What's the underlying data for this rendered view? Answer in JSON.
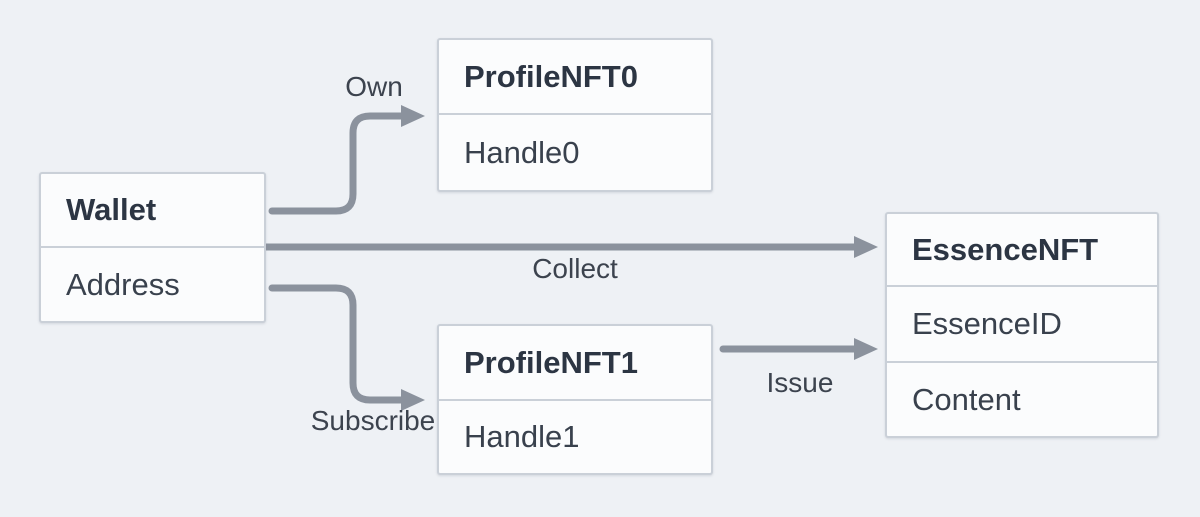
{
  "diagram": {
    "colors": {
      "background": "#eef1f5",
      "box_fill": "#fbfcfd",
      "box_border": "#cad0d8",
      "header_text": "#2c3543",
      "row_text": "#39414d",
      "label_text": "#3c434e",
      "arrow": "#8b929d"
    },
    "entities": [
      {
        "id": "wallet",
        "title": "Wallet",
        "rows": [
          "Address"
        ]
      },
      {
        "id": "profile-nft-0",
        "title": "ProfileNFT0",
        "rows": [
          "Handle0"
        ]
      },
      {
        "id": "profile-nft-1",
        "title": "ProfileNFT1",
        "rows": [
          "Handle1"
        ]
      },
      {
        "id": "essence-nft",
        "title": "EssenceNFT",
        "rows": [
          "EssenceID",
          "Content"
        ]
      }
    ],
    "relations": [
      {
        "label": "Own",
        "from": "wallet",
        "to": "profile-nft-0"
      },
      {
        "label": "Collect",
        "from": "wallet",
        "to": "essence-nft"
      },
      {
        "label": "Subscribe",
        "from": "wallet",
        "to": "profile-nft-1"
      },
      {
        "label": "Issue",
        "from": "profile-nft-1",
        "to": "essence-nft"
      }
    ]
  }
}
